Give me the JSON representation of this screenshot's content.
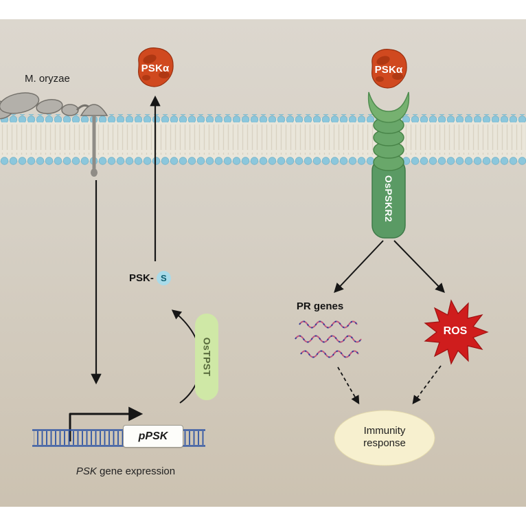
{
  "figure": {
    "labels": {
      "pathogen": "M. oryzae",
      "ligand_left": "PSKα",
      "ligand_right": "PSKα",
      "psk_precursor": "PSK-",
      "sulfo_group": "S",
      "enzyme": "OsTPST",
      "receptor": "OsPSKR2",
      "promoter": "pPSK",
      "gene_expression_gene": "PSK",
      "gene_expression_rest": " gene expression",
      "pr_genes": "PR genes",
      "ros": "ROS",
      "immunity": "Immunity response"
    },
    "colors": {
      "background_top": "#dcd7ce",
      "background_bottom": "#ccc2b1",
      "membrane_dot": "#8cc7dc",
      "membrane_band": "#eae6da",
      "ligand_blob": "#d0491f",
      "ligand_patch": "#a83410",
      "receptor_green": "#5a9a64",
      "receptor_coil": "#69a76a",
      "enzyme_pill": "#cfe8a6",
      "sulfo_circle": "#a9dbe9",
      "ros_star": "#cf1d1d",
      "immunity_ellipse": "#f7f0cf",
      "dna_blue": "#2f55a4",
      "mrna_pink": "#c0557f",
      "fungus_gray": "#b3b0aa"
    }
  }
}
